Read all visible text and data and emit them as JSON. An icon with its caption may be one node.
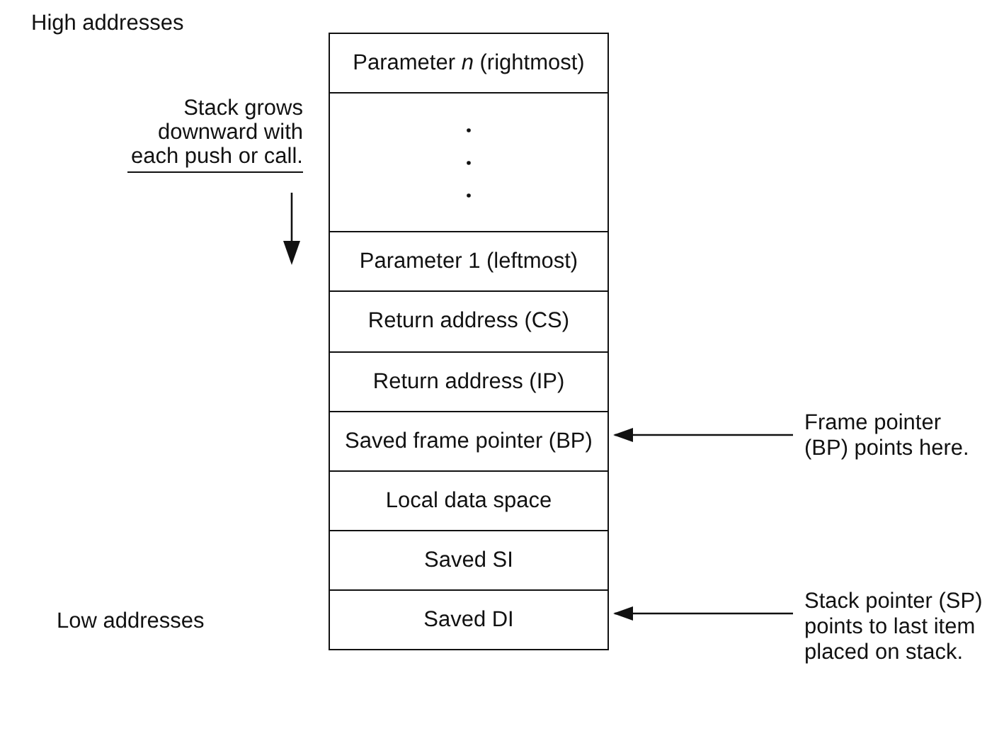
{
  "diagram": {
    "nodes": [
      {
        "text": [
          "Parameter *n* (rightmost)"
        ]
      },
      {
        "text": [],
        "shape": "box"
      },
      {
        "text": [
          "Parameter 1 (leftmost)"
        ]
      },
      {
        "text": [
          "Return address (CS)"
        ]
      },
      {
        "text": [
          "Return address (IP)"
        ]
      },
      {
        "text": [
          "Saved frame pointer (BP)"
        ]
      },
      {
        "text": [
          "Local data space"
        ]
      },
      {
        "text": [
          "Saved SI"
        ]
      },
      {
        "text": [
          "Saved DI"
        ]
      },
      {
        "text": [
          "Frame pointer (BP) points here."
        ]
      },
      {
        "text": [
          "Stack pointer (SP) points to last item placed on stack."
        ]
      }
    ],
    "edges": [
      {
        "from": 9,
        "to": 5,
        "arrow": "to"
      },
      {
        "from": 10,
        "to": 8,
        "arrow": "to"
      }
    ],
    "labels": [
      "High addresses",
      "Stack grows downward with each push or call.",
      "Low addresses"
    ]
  }
}
